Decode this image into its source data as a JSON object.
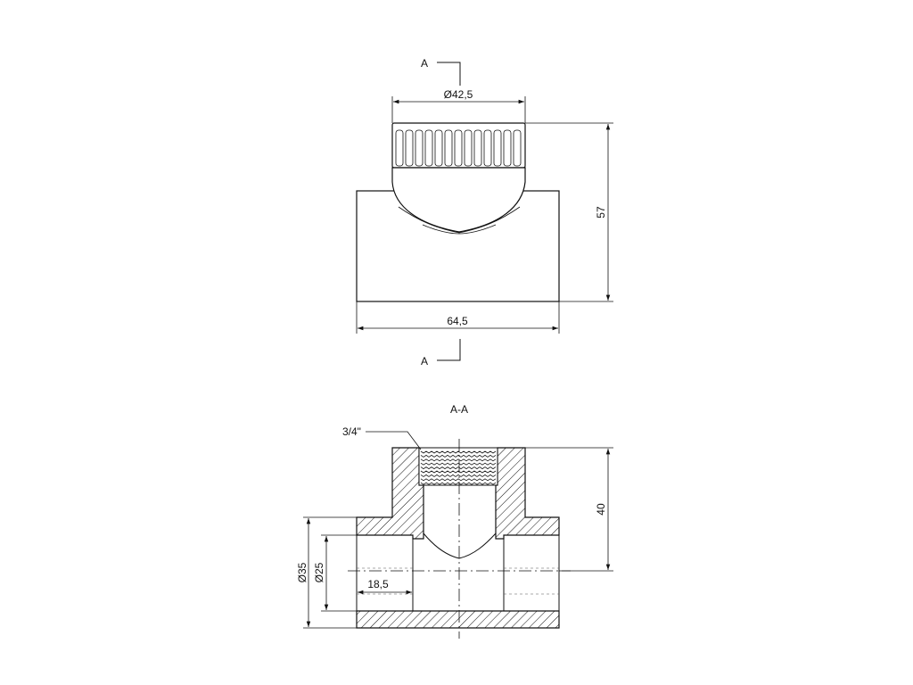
{
  "section_marker_top": "A",
  "section_marker_bottom": "A",
  "section_title": "A-A",
  "dimensions": {
    "insert_diameter": "Ø42,5",
    "overall_height": "57",
    "overall_width": "64,5",
    "thread_size": "3/4\"",
    "branch_height": "40",
    "outer_diameter": "Ø35",
    "inner_diameter": "Ø25",
    "socket_depth": "18,5"
  },
  "colors": {
    "line": "#111111",
    "background": "#ffffff"
  }
}
